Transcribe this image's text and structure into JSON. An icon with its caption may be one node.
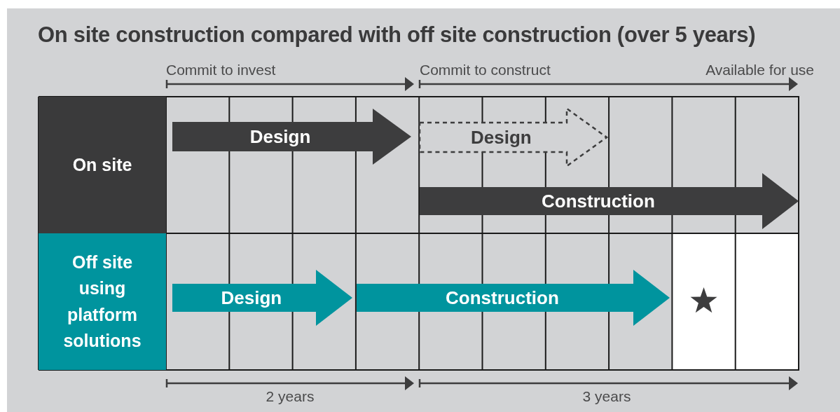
{
  "diagram": {
    "title": "On site construction compared with off site construction (over 5 years)",
    "nodes": [
      {
        "text": [
          "On site"
        ]
      },
      {
        "text": [
          "Off site using platform solutions"
        ]
      },
      {
        "text": [
          "Design"
        ]
      },
      {
        "text": [
          "Design"
        ]
      },
      {
        "text": [
          "Construction"
        ]
      },
      {
        "text": [
          "Design"
        ]
      },
      {
        "text": [
          "Construction"
        ]
      }
    ],
    "edges": [],
    "labels": [
      "Commit to invest",
      "Commit to construct",
      "Available for use",
      "2 years",
      "3 years"
    ]
  }
}
